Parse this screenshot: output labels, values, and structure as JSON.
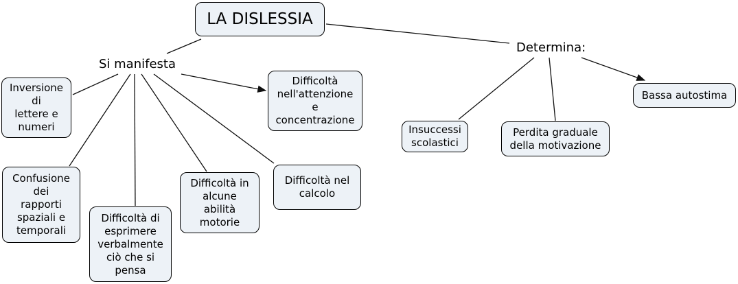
{
  "map": {
    "title": "LA DISLESSIA",
    "linking_phrases": {
      "si_manifesta": "Si manifesta",
      "determina": "Determina:"
    },
    "nodes": [
      {
        "id": "inversione-lettere-numeri",
        "label": "Inversione\ndi\nlettere e\nnumeri"
      },
      {
        "id": "confusione-rapporti",
        "label": "Confusione\ndei\nrapporti\nspaziali e\ntemporali"
      },
      {
        "id": "esprimere-verbalmente",
        "label": "Difficoltà di\nesprimere\nverbalmente\nciò che si\npensa"
      },
      {
        "id": "abilita-motorie",
        "label": "Difficoltà in\nalcune\nabilità\nmotorie"
      },
      {
        "id": "calcolo",
        "label": "Difficoltà nel\ncalcolo"
      },
      {
        "id": "attenzione-concentrazione",
        "label": "Difficoltà\nnell'attenzione\ne\nconcentrazione"
      },
      {
        "id": "insuccessi-scolastici",
        "label": "Insuccessi\nscolastici"
      },
      {
        "id": "perdita-motivazione",
        "label": "Perdita graduale\ndella motivazione"
      },
      {
        "id": "bassa-autostima",
        "label": "Bassa autostima"
      }
    ],
    "edges": [
      {
        "from": "LA DISLESSIA",
        "to": "Si manifesta",
        "arrow": false
      },
      {
        "from": "LA DISLESSIA",
        "to": "Determina:",
        "arrow": false
      },
      {
        "from": "Si manifesta",
        "to": "Inversione di lettere e numeri",
        "arrow": false
      },
      {
        "from": "Si manifesta",
        "to": "Confusione dei rapporti spaziali e temporali",
        "arrow": false
      },
      {
        "from": "Si manifesta",
        "to": "Difficoltà di esprimere verbalmente ciò che si pensa",
        "arrow": false
      },
      {
        "from": "Si manifesta",
        "to": "Difficoltà in alcune abilità motorie",
        "arrow": false
      },
      {
        "from": "Si manifesta",
        "to": "Difficoltà nel calcolo",
        "arrow": false
      },
      {
        "from": "Si manifesta",
        "to": "Difficoltà nell'attenzione e concentrazione",
        "arrow": true
      },
      {
        "from": "Determina:",
        "to": "Insuccessi scolastici",
        "arrow": false
      },
      {
        "from": "Determina:",
        "to": "Perdita graduale della motivazione",
        "arrow": false
      },
      {
        "from": "Determina:",
        "to": "Bassa autostima",
        "arrow": true
      }
    ],
    "colors": {
      "node_fill": "#edf2f7",
      "node_border": "#000000",
      "line": "#101010",
      "text": "#000000",
      "background": "#ffffff"
    }
  }
}
